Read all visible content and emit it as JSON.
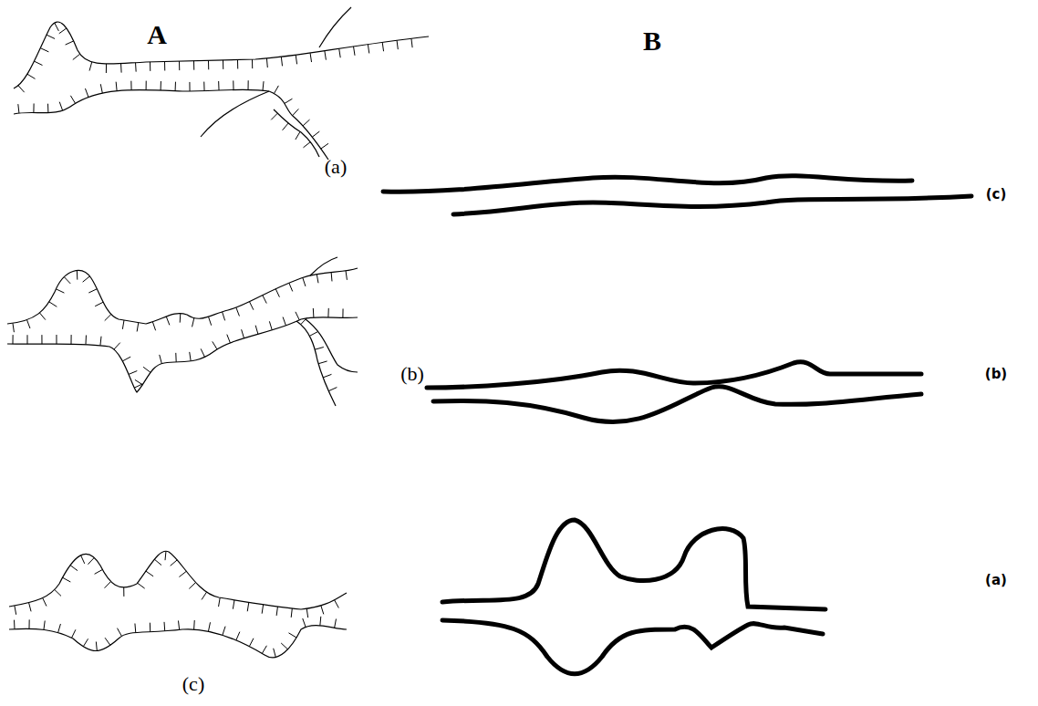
{
  "diagram": {
    "labels": [
      "A",
      "B",
      "(a)",
      "(c)",
      "(b)",
      "(b)",
      "(a)",
      "(c)"
    ]
  }
}
